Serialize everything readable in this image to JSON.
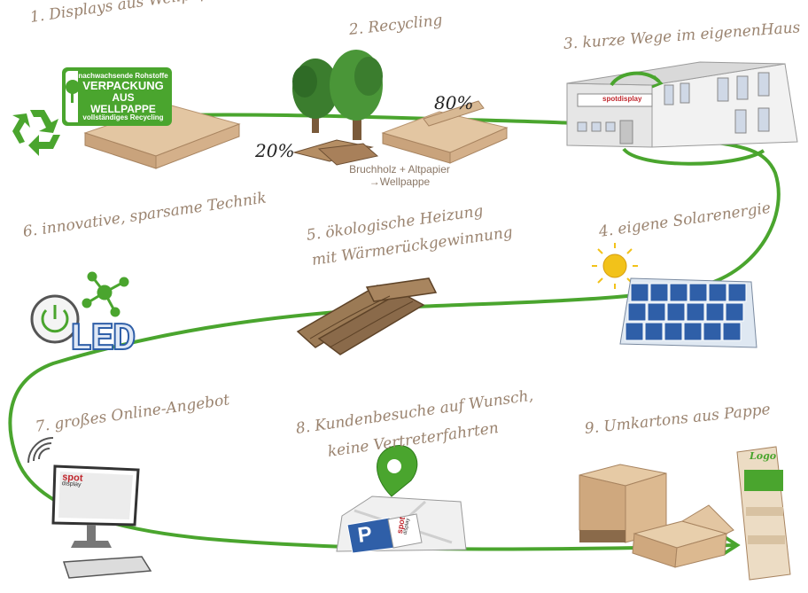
{
  "steps": [
    {
      "number": "1.",
      "title": "Displays aus Wellpappe"
    },
    {
      "number": "2.",
      "title": "Recycling"
    },
    {
      "number": "3.",
      "title": "kurze Wege im eigenenHaus"
    },
    {
      "number": "4.",
      "title": "eigene Solarenergie"
    },
    {
      "number": "5.",
      "title": "ökologische Heizung",
      "title2": "mit Wärmerückgewinnung"
    },
    {
      "number": "6.",
      "title": "innovative, sparsame Technik"
    },
    {
      "number": "7.",
      "title": "großes Online-Angebot"
    },
    {
      "number": "8.",
      "title": "Kundenbesuche auf Wunsch,",
      "title2": "keine Vertreterfahrten"
    },
    {
      "number": "9.",
      "title": "Umkartons aus Pappe"
    }
  ],
  "label_box": {
    "line1": "nachwachsende Rohstoffe",
    "line2": "VERPACKUNG",
    "line3": "AUS WELLPAPPE",
    "line4": "vollständiges Recycling"
  },
  "recycling": {
    "pct_wood": "20%",
    "pct_paper": "80%",
    "formula_line1": "Bruchholz + Altpapier",
    "formula_line2": "→Wellpappe"
  },
  "building_sign": "spotdisplay",
  "monitor_logo": {
    "line1": "spot",
    "line2": "display"
  },
  "map_logo": {
    "line1": "spot",
    "line2": "display"
  },
  "parking_letter": "P",
  "led_text": "LED",
  "display_logo": "Logo",
  "colors": {
    "accent_green": "#4aa52e",
    "title_brown": "#9b8470",
    "cardboard": "#d9b892",
    "wood": "#8a6a4a",
    "solar_blue": "#2f5fa8",
    "sun_yellow": "#f2c21a"
  },
  "icons": [
    "recycle-icon",
    "tree-icon",
    "power-icon",
    "network-icon",
    "sun-icon",
    "map-pin-icon",
    "wifi-icon",
    "monitor-icon",
    "keyboard-icon"
  ]
}
